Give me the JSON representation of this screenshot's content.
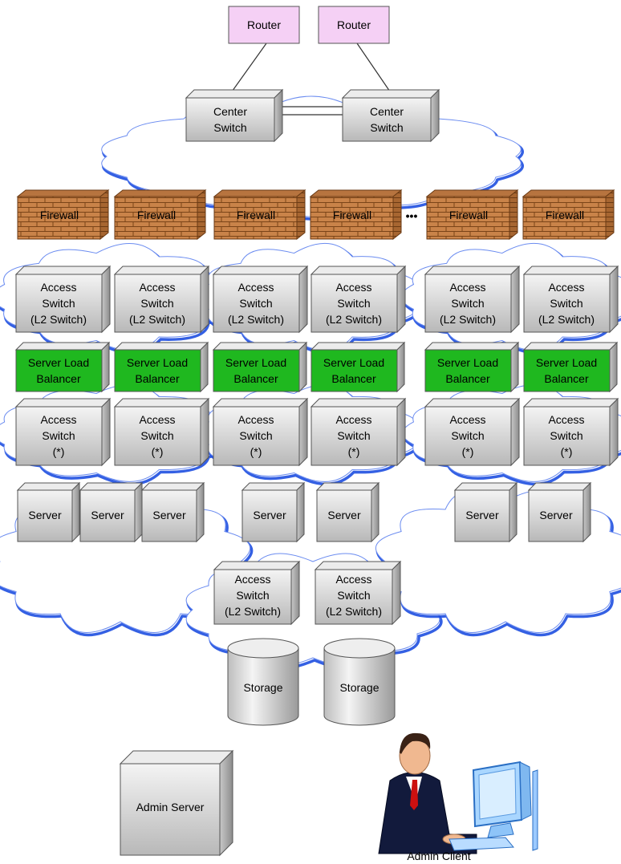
{
  "routers": [
    "Router",
    "Router"
  ],
  "center_switches": [
    [
      "Center",
      "Switch"
    ],
    [
      "Center",
      "Switch"
    ]
  ],
  "firewall_label": "Firewall",
  "ellipsis": "•••",
  "access_switch_l2": [
    "Access",
    "Switch",
    "(L2 Switch)"
  ],
  "server_load_balancer": [
    "Server Load",
    "Balancer"
  ],
  "access_switch_star": [
    "Access",
    "Switch",
    "(*)"
  ],
  "server_label": "Server",
  "storage_label": "Storage",
  "admin_server_label": "Admin Server",
  "admin_client_label": "Admin Client",
  "colors": {
    "router_fill": "#f5d0f5",
    "box_face": "#d8d8d8",
    "box_side": "#a0a0a0",
    "box_top": "#ececec",
    "balancer_green": "#1fb81f",
    "brick": "#c98349",
    "cloud_fill": "#ffffff",
    "cloud_outline": "#1f4fe0"
  }
}
